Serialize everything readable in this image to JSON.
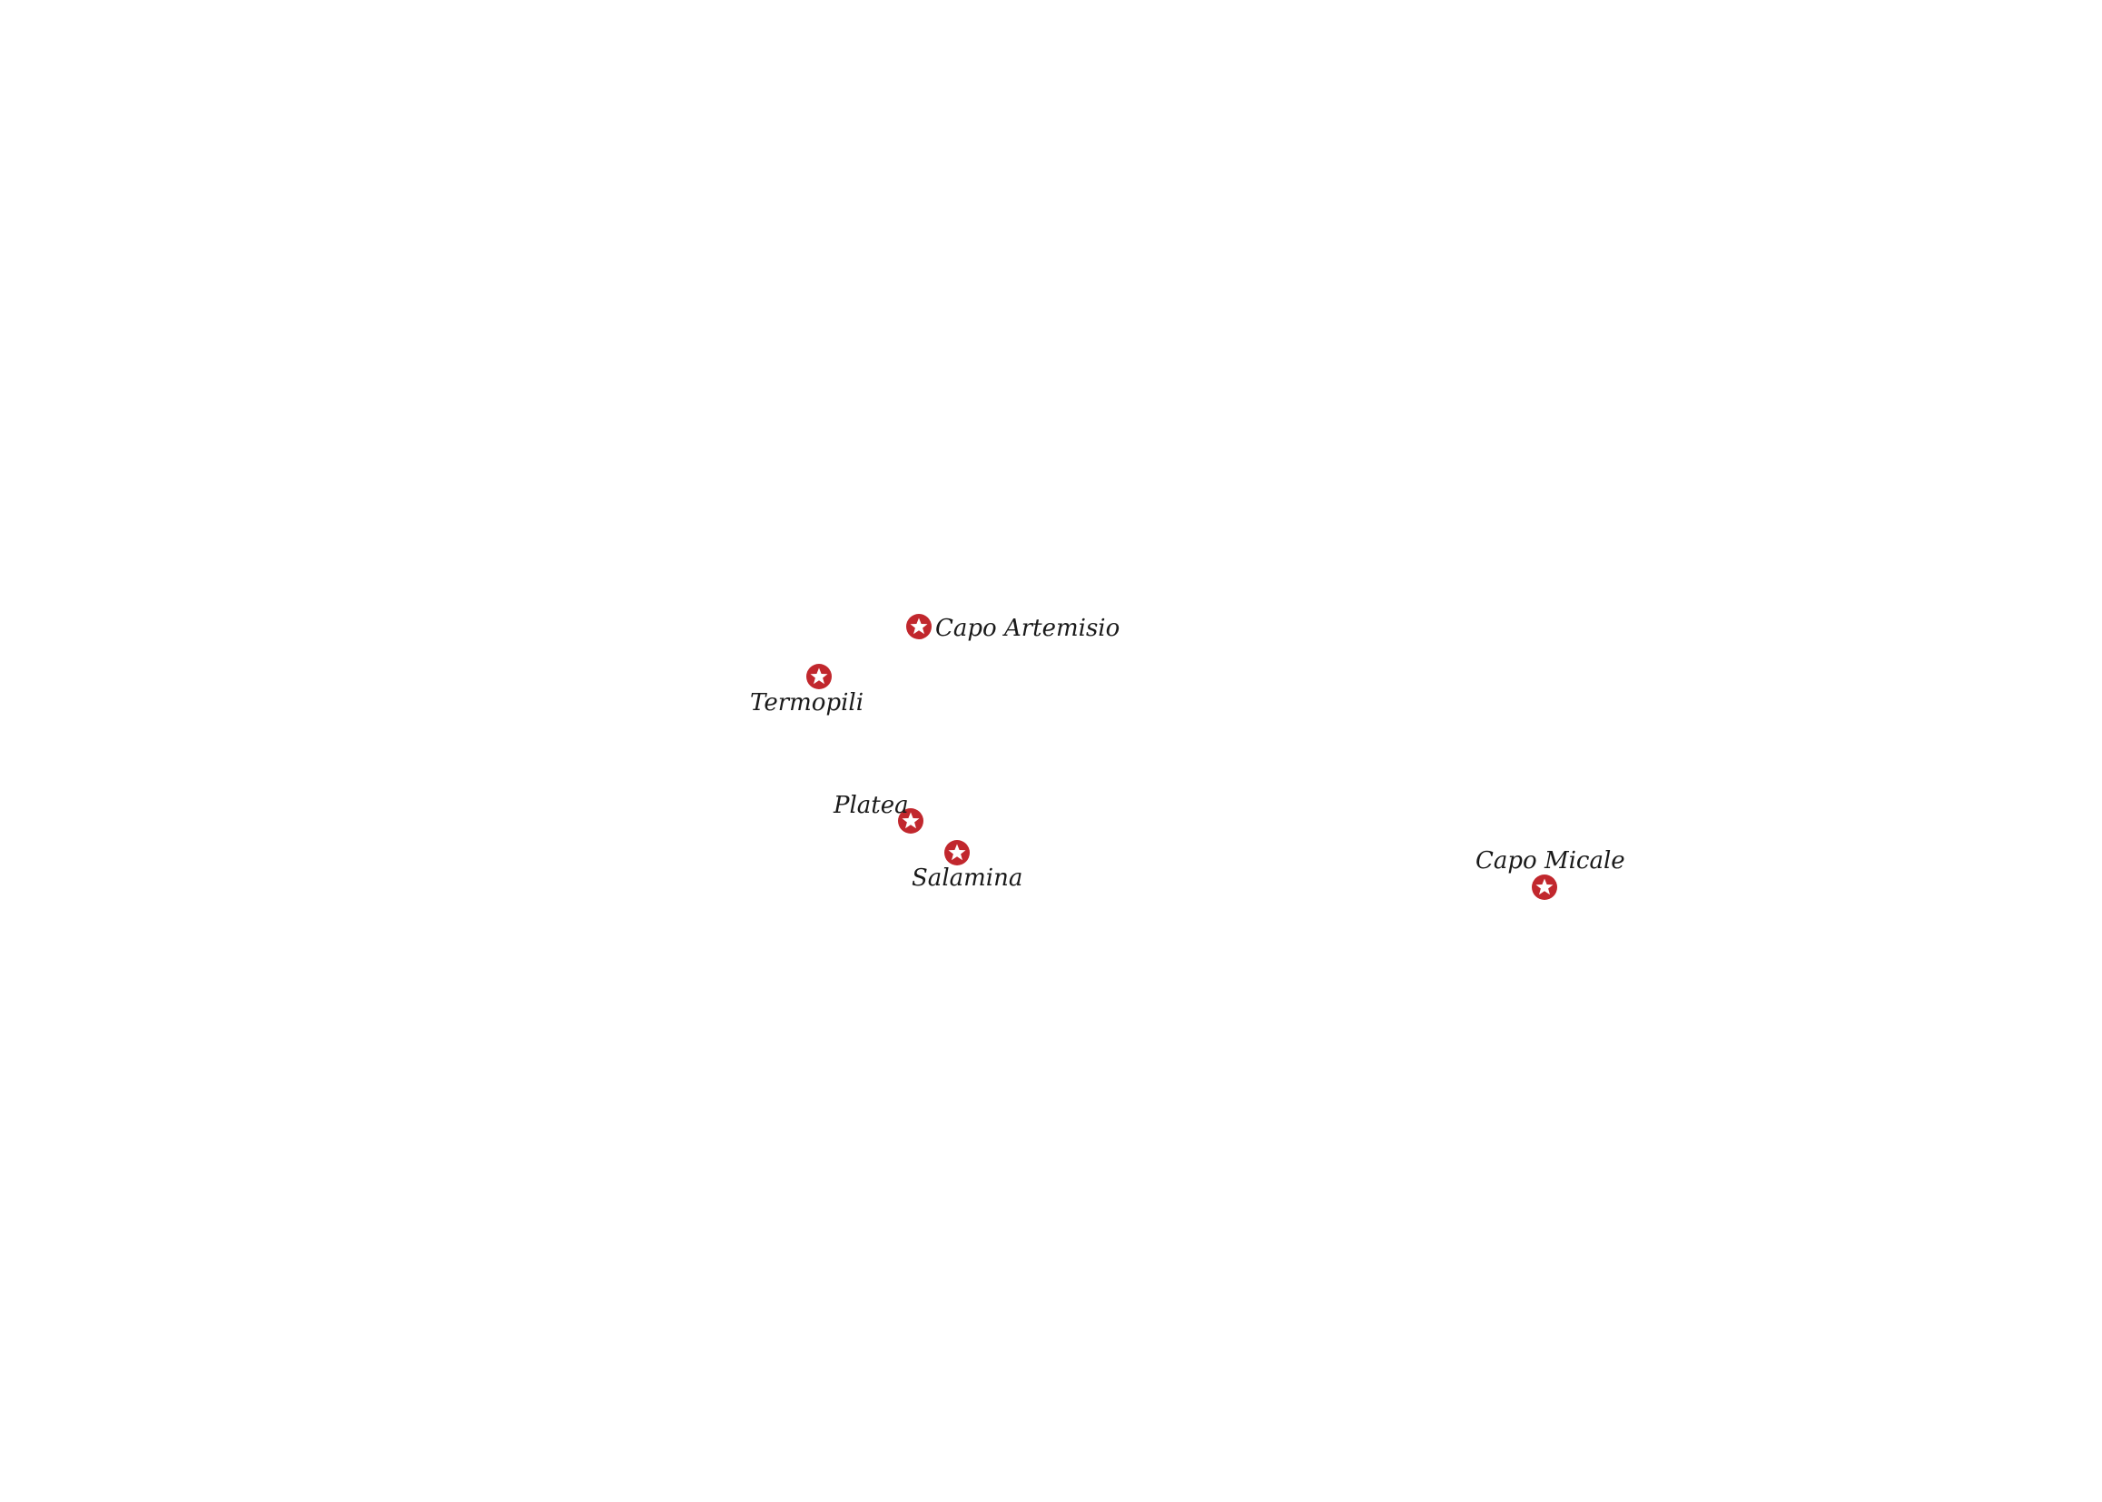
{
  "map": {
    "marker_color": "#c1272d",
    "marker_icon": "star-in-circle",
    "places": [
      {
        "id": "capo-artemisio",
        "name": "Capo Artemisio"
      },
      {
        "id": "termopili",
        "name": "Termopili"
      },
      {
        "id": "platea",
        "name": "Platea"
      },
      {
        "id": "salamina",
        "name": "Salamina"
      },
      {
        "id": "capo-micale",
        "name": "Capo Micale"
      }
    ]
  }
}
